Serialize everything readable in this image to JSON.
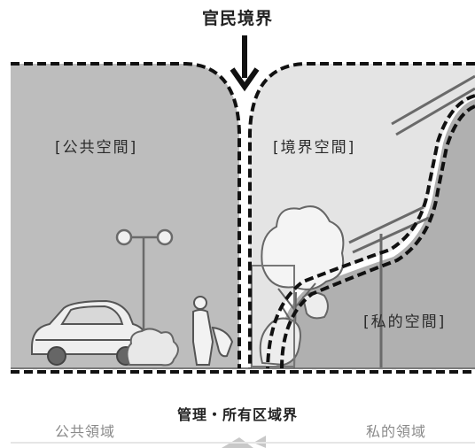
{
  "top_label": "官民境界",
  "zones": {
    "public": "[公共空間]",
    "boundary": "[境界空間]",
    "private": "[私的空間]"
  },
  "bottom": {
    "center_label": "管理・所有区域界",
    "left_label": "公共領域",
    "right_label": "私的領域"
  },
  "colors": {
    "public_fill": "#bdbdbd",
    "boundary_fill": "#e4e4e4",
    "private_fill": "#b0b0b0",
    "outline": "#111111",
    "line_drawing": "#6a6a6a"
  }
}
